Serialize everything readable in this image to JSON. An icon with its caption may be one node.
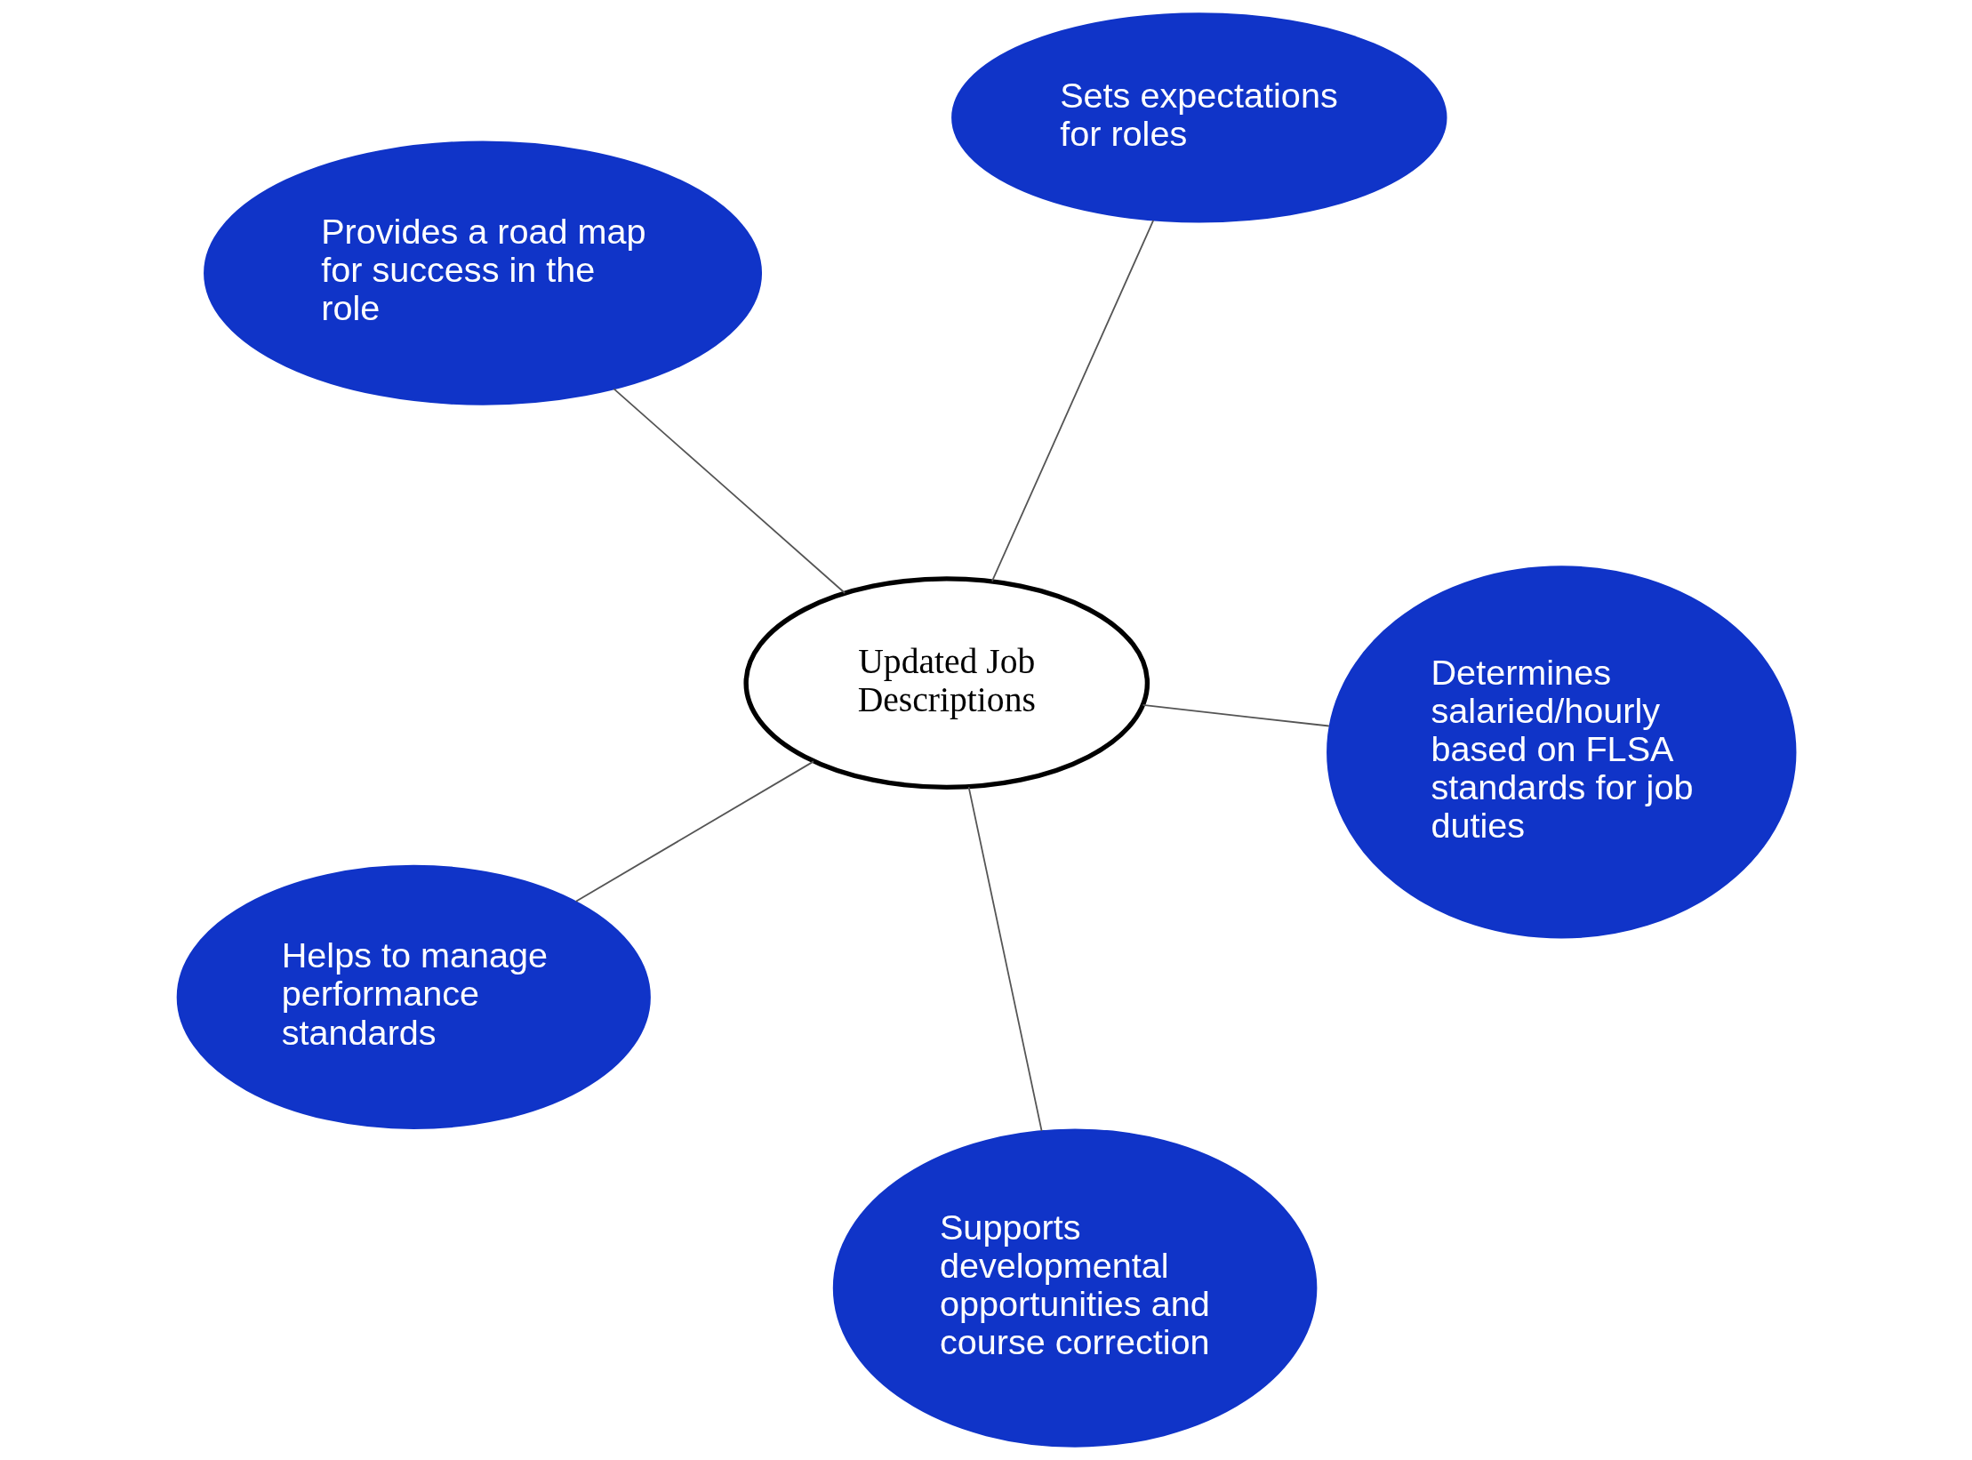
{
  "diagram": {
    "nodes": [
      {
        "text": [
          "Provides a road map for success in the role"
        ]
      },
      {
        "text": [
          "Determines salaried/hourly based on FLSA standards for job duties"
        ]
      },
      {
        "text": [
          "Supports developmental opportunities and course correction"
        ]
      },
      {
        "text": [
          "Updated Job Descriptions"
        ]
      },
      {
        "text": [
          "Sets expectations for roles"
        ]
      },
      {
        "text": [
          "Helps to manage performance standards"
        ]
      }
    ],
    "edges": [
      {
        "from": 3,
        "to": 0,
        "arrow": "none"
      },
      {
        "from": 3,
        "to": 1,
        "arrow": "none"
      },
      {
        "from": 3,
        "to": 2,
        "arrow": "none"
      },
      {
        "from": 3,
        "to": 4,
        "arrow": "none"
      },
      {
        "from": 3,
        "to": 5,
        "arrow": "none"
      }
    ]
  }
}
